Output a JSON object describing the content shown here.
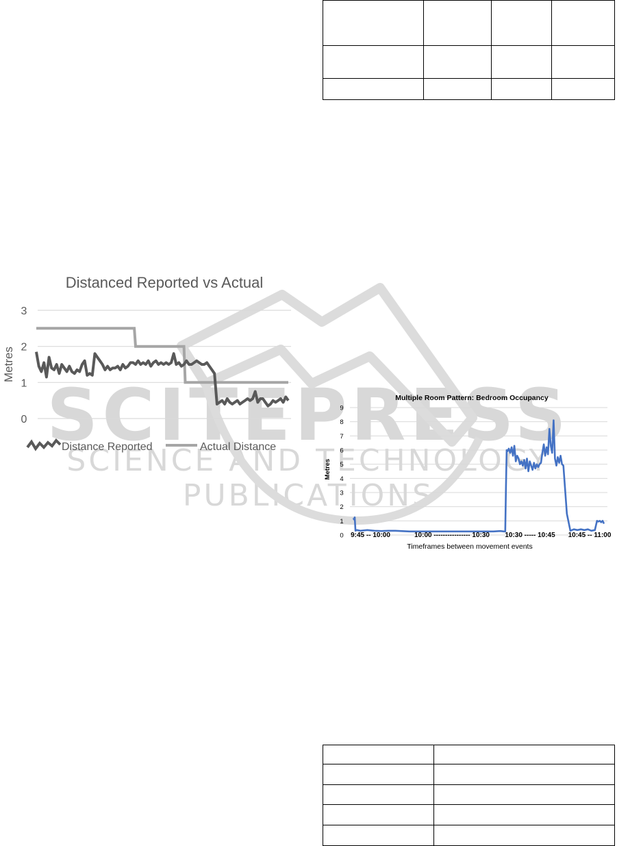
{
  "watermark": {
    "brand": "SCITEPRESS",
    "tagline": "SCIENCE AND TECHNOLOGY PUBLICATIONS"
  },
  "top_table": {
    "rows": [
      [
        "",
        "",
        "",
        ""
      ],
      [
        "",
        "",
        "",
        ""
      ],
      [
        "",
        "",
        "",
        ""
      ]
    ]
  },
  "bottom_table": {
    "rows": [
      [
        "",
        ""
      ],
      [
        "",
        ""
      ],
      [
        "",
        ""
      ],
      [
        "",
        ""
      ],
      [
        "",
        ""
      ]
    ]
  },
  "chart_data": [
    {
      "type": "line",
      "title": "Distanced Reported vs Actual",
      "xlabel": "",
      "ylabel": "Metres",
      "ylim": [
        0,
        3
      ],
      "yticks": [
        0,
        1,
        2,
        3
      ],
      "grid": true,
      "legend": "bottom",
      "series": [
        {
          "name": "Distance Reported",
          "color": "#595959",
          "x": [
            0,
            2,
            4,
            6,
            8,
            10,
            12,
            14,
            16,
            18,
            20,
            22,
            24,
            26,
            28,
            30,
            32,
            34,
            36,
            38,
            40,
            42,
            44,
            46,
            48,
            50,
            52,
            54,
            56,
            58,
            60,
            62,
            64,
            66,
            68,
            70,
            72,
            74,
            76,
            78,
            80,
            82,
            84,
            86,
            88,
            90,
            92,
            94,
            96,
            98,
            100,
            102,
            104,
            106,
            108,
            110,
            112,
            114,
            116,
            118,
            120,
            122,
            124,
            126,
            128,
            130,
            132,
            134,
            136,
            138,
            140,
            142,
            144,
            146,
            148,
            150,
            152,
            154,
            156,
            158,
            160,
            162,
            164,
            166,
            168,
            170,
            172,
            174,
            176,
            178,
            180,
            182,
            184,
            186,
            188,
            190,
            192,
            194,
            196,
            198
          ],
          "y": [
            1.85,
            1.45,
            1.3,
            1.55,
            1.15,
            1.7,
            1.4,
            1.35,
            1.5,
            1.25,
            1.5,
            1.4,
            1.3,
            1.45,
            1.3,
            1.25,
            1.35,
            1.3,
            1.5,
            1.6,
            1.2,
            1.25,
            1.2,
            1.8,
            1.7,
            1.6,
            1.5,
            1.35,
            1.45,
            1.35,
            1.4,
            1.4,
            1.45,
            1.35,
            1.5,
            1.4,
            1.45,
            1.55,
            1.55,
            1.5,
            1.6,
            1.5,
            1.55,
            1.5,
            1.6,
            1.45,
            1.55,
            1.6,
            1.5,
            1.55,
            1.5,
            1.55,
            1.5,
            1.55,
            1.8,
            1.5,
            1.55,
            1.45,
            1.5,
            1.6,
            1.5,
            1.5,
            1.55,
            1.6,
            1.55,
            1.5,
            1.5,
            1.55,
            1.45,
            1.35,
            1.25,
            0.4,
            0.45,
            0.5,
            0.4,
            0.55,
            0.45,
            0.4,
            0.45,
            0.5,
            0.4,
            0.45,
            0.5,
            0.55,
            0.5,
            0.55,
            0.75,
            0.45,
            0.55,
            0.55,
            0.45,
            0.35,
            0.4,
            0.5,
            0.45,
            0.5,
            0.55,
            0.45,
            0.6,
            0.5
          ]
        },
        {
          "name": "Actual Distance",
          "color": "#a6a6a6",
          "x": [
            0,
            77,
            78,
            116,
            117,
            198
          ],
          "y": [
            2.5,
            2.5,
            2.0,
            2.0,
            1.0,
            1.0
          ]
        }
      ]
    },
    {
      "type": "line",
      "title": "Multiple Room Pattern: Bedroom Occupancy",
      "xlabel": "Timeframes between movement events",
      "ylabel": "Metres",
      "categories": [
        "9:45 -- 10:00",
        "10:00 ---------------- 10:30",
        "10:30 ----- 10:45",
        "10:45 -- 11:00"
      ],
      "ylim": [
        0,
        9
      ],
      "yticks": [
        0,
        1,
        2,
        3,
        4,
        5,
        6,
        7,
        8,
        9
      ],
      "grid": true,
      "legend": "none",
      "series": [
        {
          "name": "",
          "color": "#4472c4",
          "x": [
            0,
            1,
            2,
            3,
            5,
            10,
            20,
            30,
            40,
            50,
            60,
            80,
            100,
            120,
            140,
            160,
            180,
            200,
            210,
            215,
            217,
            218,
            219,
            220,
            222,
            224,
            226,
            228,
            230,
            232,
            234,
            236,
            238,
            240,
            242,
            244,
            246,
            248,
            250,
            252,
            254,
            256,
            258,
            260,
            262,
            264,
            266,
            268,
            270,
            272,
            274,
            276,
            278,
            280,
            282,
            284,
            286,
            288,
            290,
            292,
            294,
            296,
            298,
            300,
            305,
            310,
            315,
            320,
            325,
            330,
            335,
            340,
            345,
            348,
            350,
            352,
            354,
            356,
            358
          ],
          "y": [
            1.2,
            1.1,
            1.25,
            0.3,
            0.35,
            0.3,
            0.35,
            0.3,
            0.28,
            0.3,
            0.3,
            0.25,
            0.25,
            0.25,
            0.25,
            0.25,
            0.25,
            0.25,
            0.28,
            0.25,
            0.25,
            3.5,
            6.0,
            5.9,
            6.1,
            5.8,
            6.2,
            5.6,
            6.3,
            5.2,
            5.6,
            5.4,
            5.0,
            5.2,
            4.9,
            5.3,
            4.7,
            5.4,
            4.5,
            5.2,
            4.9,
            4.6,
            5.1,
            4.7,
            5.0,
            4.8,
            5.0,
            5.1,
            5.8,
            6.4,
            5.6,
            6.2,
            5.7,
            7.5,
            6.3,
            5.8,
            8.1,
            5.4,
            4.9,
            5.5,
            5.1,
            5.6,
            5.0,
            4.9,
            1.5,
            0.3,
            0.4,
            0.35,
            0.4,
            0.35,
            0.4,
            0.3,
            0.35,
            1.0,
            0.95,
            1.0,
            0.9,
            1.0,
            0.8
          ]
        }
      ]
    }
  ]
}
